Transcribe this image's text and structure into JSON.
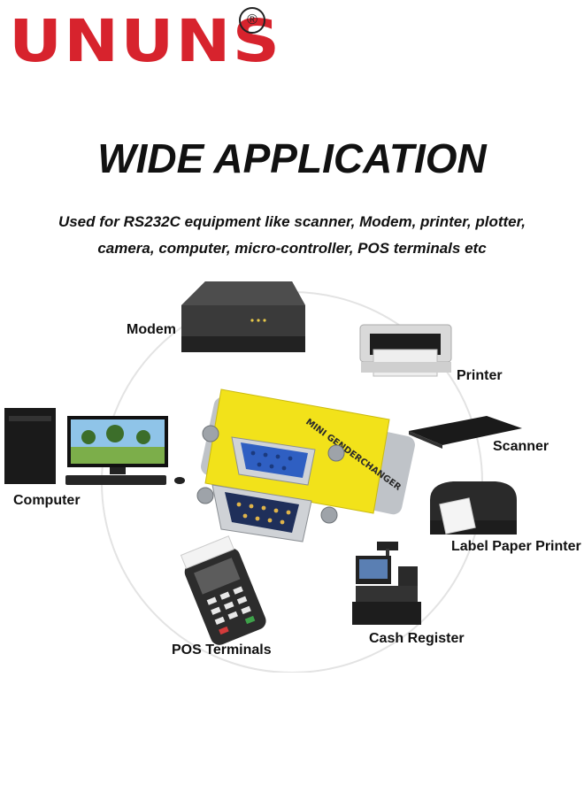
{
  "brand": {
    "name": "UNUNS",
    "registered_mark": "®"
  },
  "heading": {
    "title": "WIDE APPLICATION",
    "subtitle_line1": "Used for RS232C equipment like scanner, Modem, printer, plotter,",
    "subtitle_line2": "camera, computer, micro-controller, POS terminals etc"
  },
  "adapter": {
    "printed_text": "MINI GENDERCHANGER"
  },
  "devices": {
    "modem": "Modem",
    "printer": "Printer",
    "scanner": "Scanner",
    "label_printer": "Label Paper Printer",
    "cash_register": "Cash Register",
    "pos_terminals": "POS Terminals",
    "computer": "Computer"
  },
  "colors": {
    "brand_red": "#d7232d",
    "adapter_yellow": "#f2e21a",
    "port_blue": "#2f5fc2",
    "metal": "#c9cdd2"
  }
}
